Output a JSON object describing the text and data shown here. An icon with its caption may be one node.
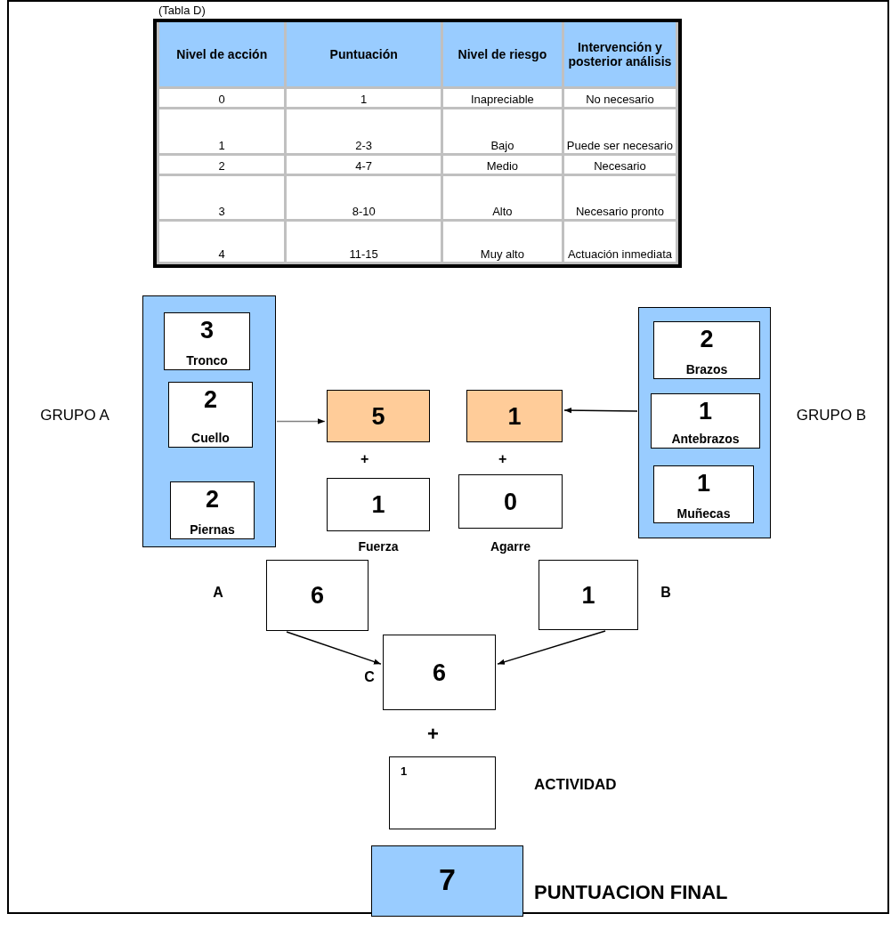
{
  "diagram": {
    "nodes": [
      {
        "text": [
          "GRUPO A"
        ]
      },
      {
        "text": [
          "3",
          "Tronco"
        ],
        "in": 0
      },
      {
        "text": [
          "2",
          "Cuello"
        ],
        "in": 0
      },
      {
        "text": [
          "2",
          "Piernas"
        ],
        "in": 0
      },
      {
        "text": [
          "5"
        ]
      },
      {
        "text": [
          "1"
        ]
      },
      {
        "text": [
          "GRUPO B"
        ]
      },
      {
        "text": [
          "2",
          "Brazos"
        ],
        "in": 6
      },
      {
        "text": [
          "1",
          "Antebrazos"
        ],
        "in": 6
      },
      {
        "text": [
          "1",
          "Muñecas"
        ],
        "in": 6
      },
      {
        "text": [
          "1"
        ],
        "beside": [
          "Fuerza"
        ]
      },
      {
        "text": [
          "0"
        ],
        "beside": [
          "Agarre"
        ]
      },
      {
        "text": [
          "6"
        ],
        "beside": [
          "A"
        ]
      },
      {
        "text": [
          "1"
        ],
        "beside": [
          "B"
        ]
      },
      {
        "text": [
          "6"
        ],
        "beside": [
          "C"
        ]
      },
      {
        "text": [
          "1"
        ],
        "beside": [
          "ACTIVIDAD"
        ]
      },
      {
        "text": [
          "7"
        ],
        "beside": [
          "PUNTUACION FINAL"
        ]
      }
    ],
    "edges": [
      {
        "from": 0,
        "to": 4,
        "arrow": "to",
        "color": "#808080"
      },
      {
        "from": 6,
        "to": 5,
        "arrow": "to"
      },
      {
        "from": 12,
        "to": 14,
        "arrow": "to"
      },
      {
        "from": 13,
        "to": 14,
        "arrow": "to"
      }
    ],
    "labels": [
      "(Tabla D)",
      "Nivel de acción",
      "Puntuación",
      "Nivel de riesgo",
      "Intervención y posterior análisis",
      "0",
      "1",
      "Inapreciable",
      "No necesario",
      "1",
      "2-3",
      "Bajo",
      "Puede ser necesario",
      "2",
      "4-7",
      "Medio",
      "Necesario",
      "3",
      "8-10",
      "Alto",
      "Necesario pronto",
      "4",
      "11-15",
      "Muy alto",
      "Actuación inmediata",
      "+",
      "+",
      "+"
    ]
  }
}
